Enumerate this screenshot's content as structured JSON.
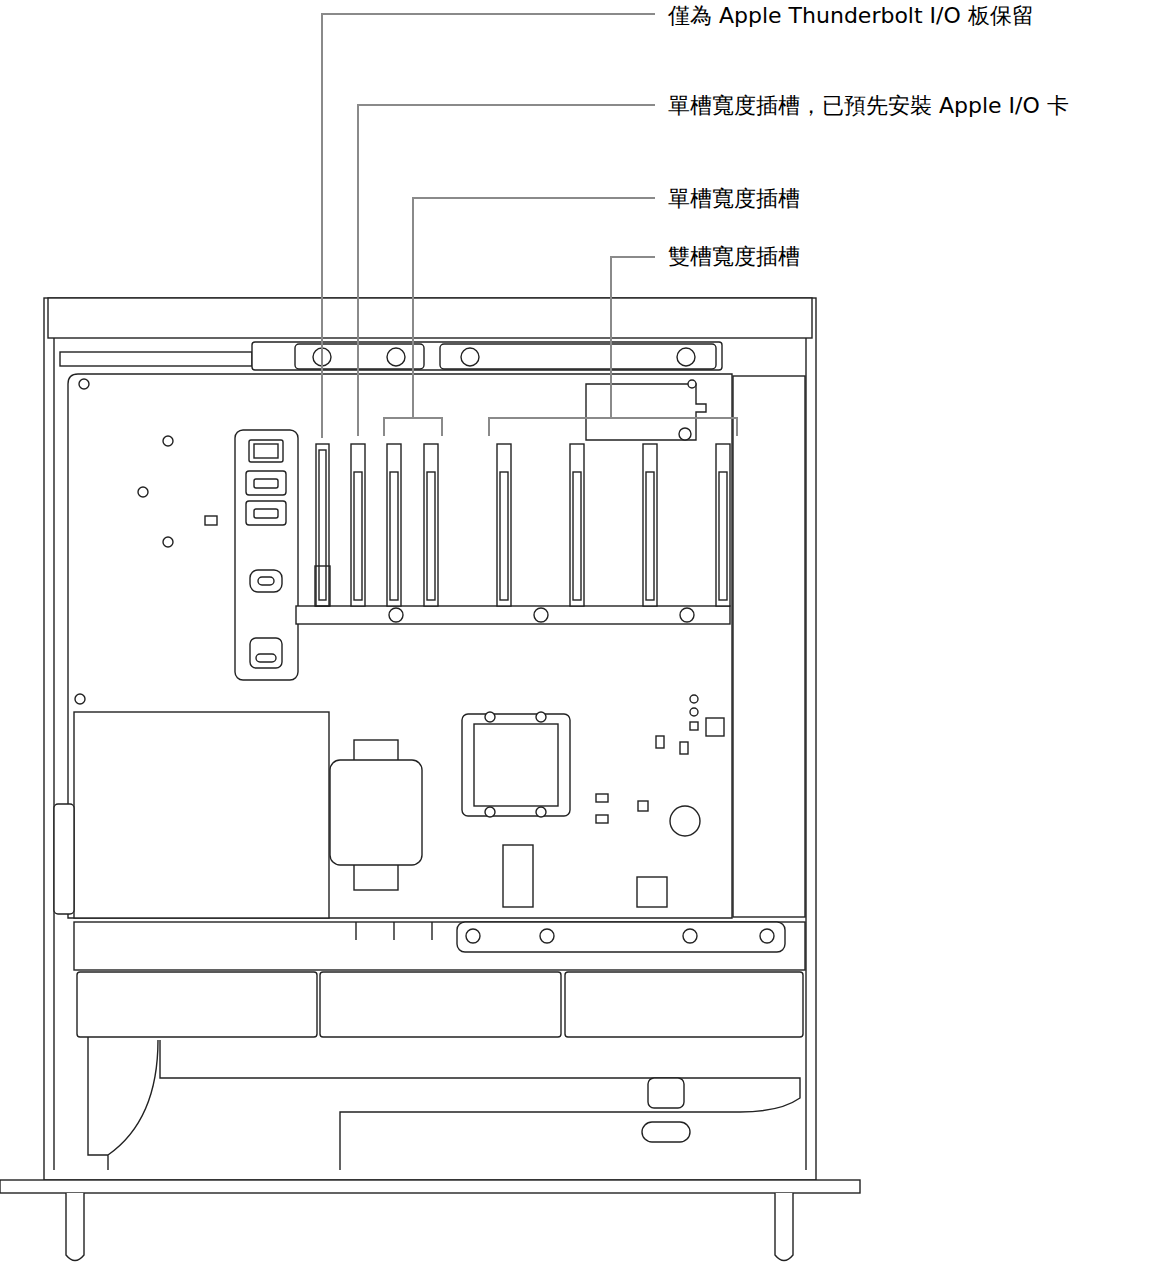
{
  "diagram": {
    "labels": [
      "僅為 Apple Thunderbolt I/O 板保留",
      "單槽寬度插槽，已預先安裝 Apple I/O 卡",
      "單槽寬度插槽",
      "雙槽寬度插槽"
    ]
  }
}
